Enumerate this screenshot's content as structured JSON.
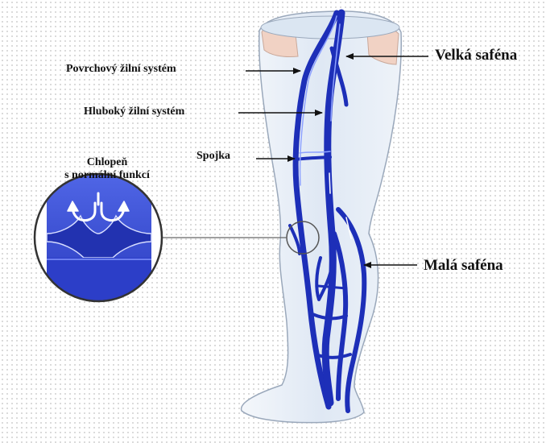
{
  "labels": {
    "superficial_system": "Povrchový žilní systém",
    "deep_system": "Hluboký žilní systém",
    "connector": "Spojka",
    "valve_line1": "Chlopeň",
    "valve_line2": "s normální funkcí",
    "great_saphenous": "Velká saféna",
    "small_saphenous": "Malá saféna"
  },
  "colors": {
    "vein": "#1d2fb8",
    "vein_dark": "#0e1a8a",
    "leg_fill": "#e6eef8",
    "leg_outline": "#9aa8bb",
    "thigh_skin": "#f1d2c4",
    "valve_bg": "#3f55d8",
    "arrow": "#ffffff",
    "text": "#111111"
  },
  "icons": {
    "valve_arrows": "curved-up-arrows-icon",
    "pointer": "arrow-left-icon"
  }
}
